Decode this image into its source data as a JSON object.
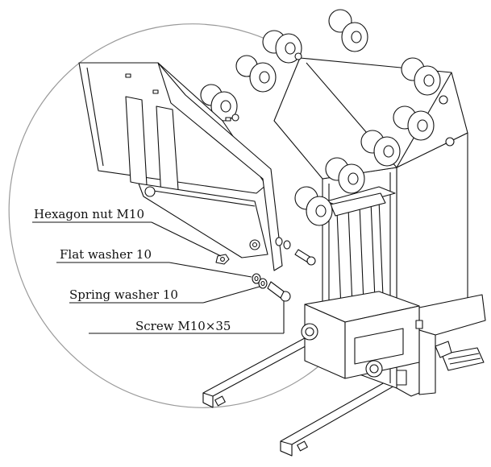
{
  "callouts": {
    "hexagon_nut": "Hexagon nut M10",
    "flat_washer": "Flat washer 10",
    "spring_washer": "Spring washer 10",
    "screw": "Screw M10×35"
  },
  "colors": {
    "ink": "#111111",
    "highlight_ring": "#9a9a9a",
    "background": "#ffffff"
  }
}
